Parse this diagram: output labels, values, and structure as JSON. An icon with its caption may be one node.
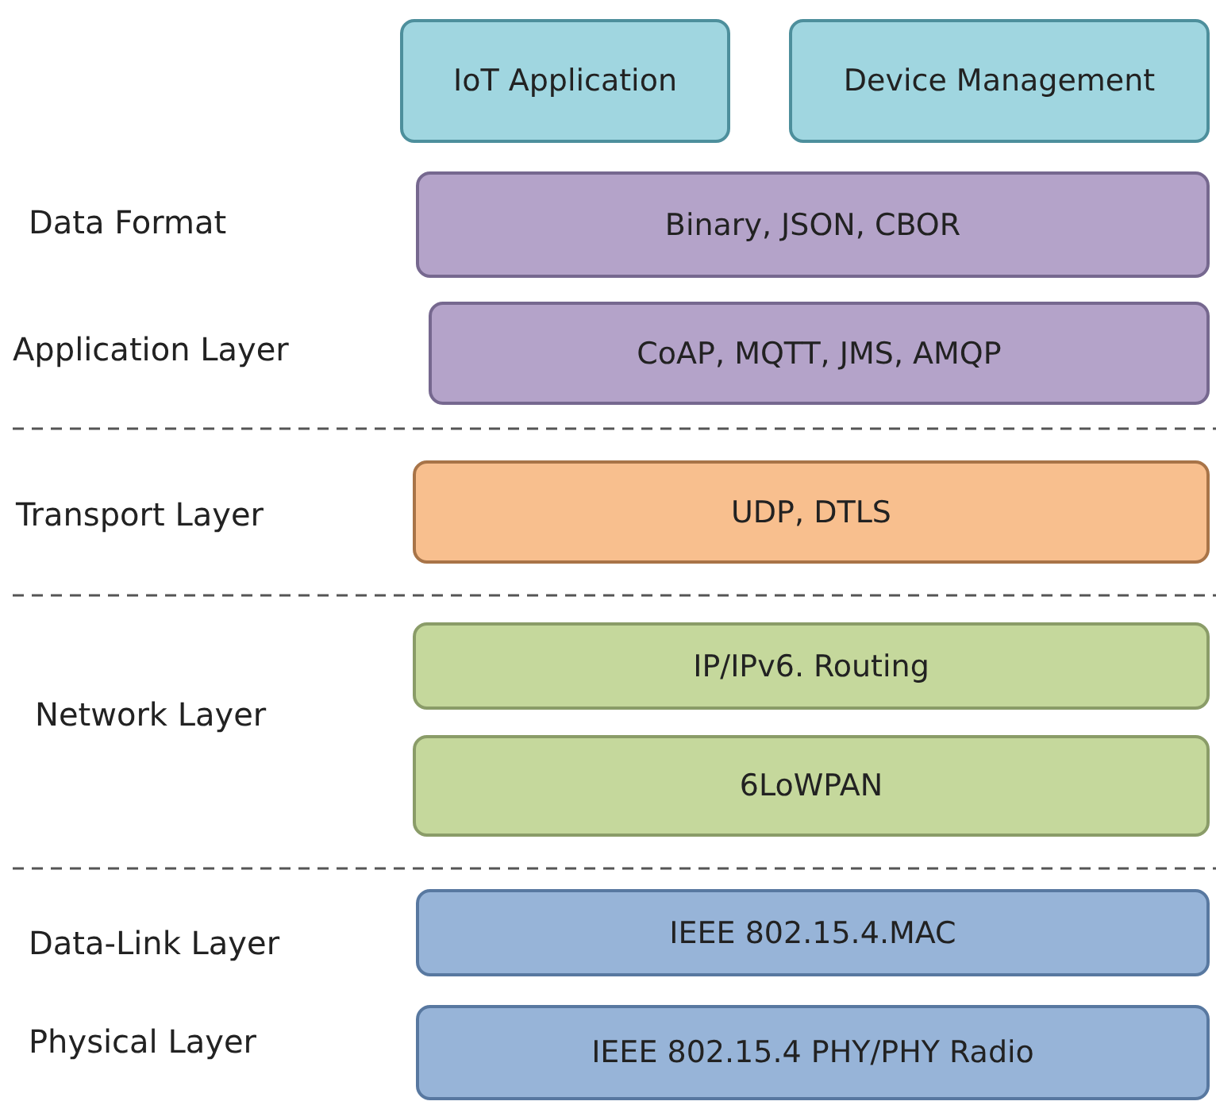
{
  "diagram": {
    "nodes": [
      {
        "text": [
          "IoT Application"
        ]
      },
      {
        "text": [
          "Device Management"
        ]
      },
      {
        "text": [
          "Binary, JSON, CBOR"
        ]
      },
      {
        "text": [
          "CoAP, MQTT, JMS, AMQP"
        ]
      },
      {
        "text": [
          "UDP, DTLS"
        ]
      },
      {
        "text": [
          "IP/IPv6. Routing"
        ]
      },
      {
        "text": [
          "6LoWPAN"
        ]
      },
      {
        "text": [
          "IEEE 802.15.4.MAC"
        ]
      },
      {
        "text": [
          "IEEE 802.15.4 PHY/PHY Radio"
        ]
      }
    ],
    "labels": [
      "Data Format",
      "Application Layer",
      "Transport Layer",
      "Network Layer",
      "Data-Link Layer",
      "Physical Layer"
    ]
  }
}
